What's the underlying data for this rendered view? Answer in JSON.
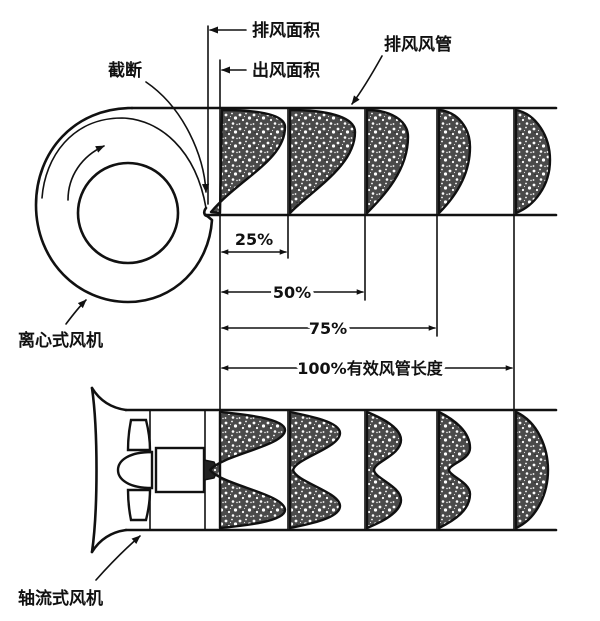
{
  "labels": {
    "exhaust_area": "排风面积",
    "outlet_area": "出风面积",
    "cutoff": "截断",
    "exhaust_duct": "排风风管",
    "centrifugal_fan": "离心式风机",
    "axial_fan": "轴流式风机"
  },
  "dimensions": [
    "25%",
    "50%",
    "75%",
    "100%有效风管长度"
  ]
}
